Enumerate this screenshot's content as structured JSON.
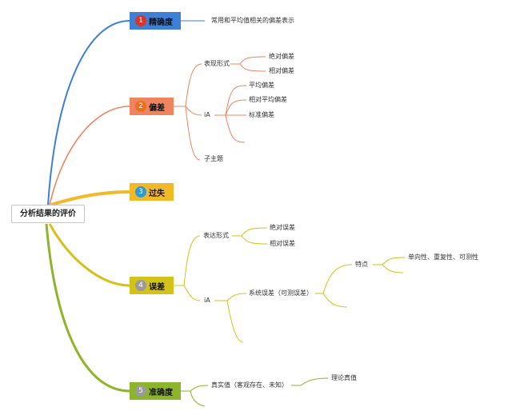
{
  "root": "分析结果的评价",
  "topics": {
    "t1": {
      "badge": "1",
      "label": "精确度",
      "color": "#3f7fd6",
      "badge_color": "#d9342c"
    },
    "t2": {
      "badge": "2",
      "label": "偏差",
      "color": "#f0845e",
      "badge_color": "#e8701e"
    },
    "t3": {
      "badge": "3",
      "label": "过失",
      "color": "#f1b92a",
      "badge_color": "#2b9ad6"
    },
    "t4": {
      "badge": "4",
      "label": "误差",
      "color": "#d3c21a",
      "badge_color": "#9a9a9a"
    },
    "t5": {
      "badge": "5",
      "label": "准确度",
      "color": "#8db52c",
      "badge_color": "#9a9a9a"
    }
  },
  "nodes": {
    "a1": "常用和平均值相关的偏差表示",
    "b1": "表现形式",
    "b1a": "绝对偏差",
    "b1b": "相对偏差",
    "b2": "iA",
    "b2a": "平均偏差",
    "b2b": "相对平均偏差",
    "b2c": "标准偏差",
    "b3": "子主题",
    "d1": "表达形式",
    "d1a": "绝对误差",
    "d1b": "相对误差",
    "d2": "iA",
    "d2a": "系统误差（可测误差）",
    "d2a1": "特点",
    "d2a1a": "单向性、重复性、可测性",
    "e1": "真实值（客观存在、未知）",
    "e1a": "理论真值"
  }
}
